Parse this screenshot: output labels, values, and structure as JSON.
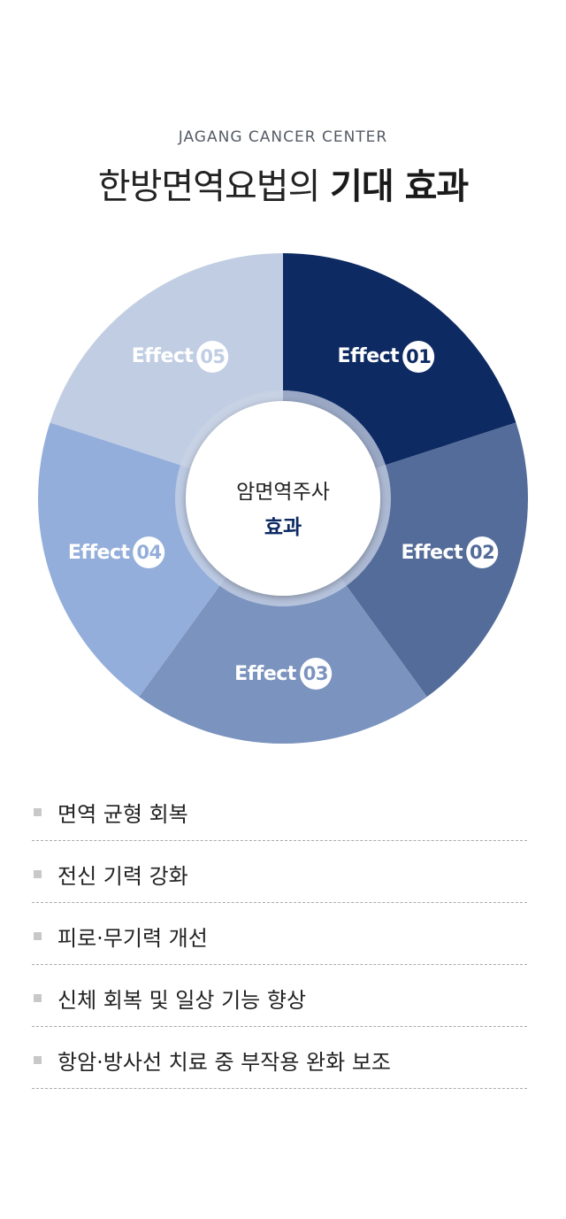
{
  "header": {
    "subtitle": "JAGANG CANCER CENTER",
    "title_light": "한방면역요법의",
    "title_bold": "기대 효과"
  },
  "chart_data": {
    "type": "pie",
    "center_label": {
      "line1": "암면역주사",
      "line2": "효과"
    },
    "slices": [
      {
        "label": "Effect",
        "num": "01",
        "value": 1,
        "color": "#0d2a63"
      },
      {
        "label": "Effect",
        "num": "02",
        "value": 1,
        "color": "#546c9a"
      },
      {
        "label": "Effect",
        "num": "03",
        "value": 1,
        "color": "#7b93bf"
      },
      {
        "label": "Effect",
        "num": "04",
        "value": 1,
        "color": "#94aedb"
      },
      {
        "label": "Effect",
        "num": "05",
        "value": 1,
        "color": "#c0cde3"
      }
    ]
  },
  "list": [
    "면역 균형 회복",
    "전신 기력 강화",
    "피로·무기력 개선",
    "신체 회복 및 일상 기능 향상",
    "항암·방사선 치료 중 부작용 완화 보조"
  ]
}
